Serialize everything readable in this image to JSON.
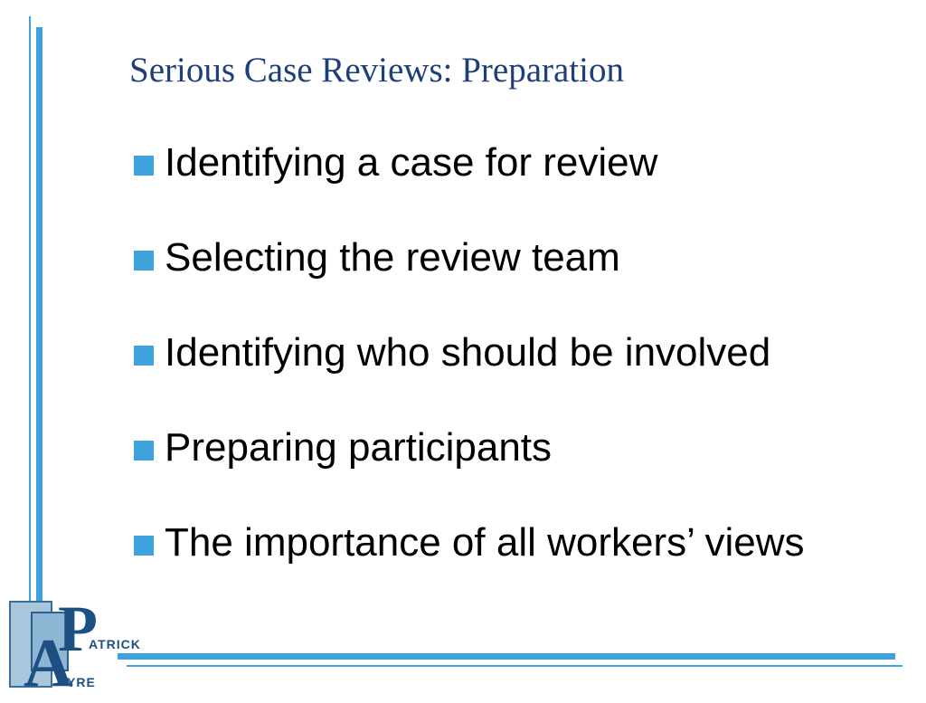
{
  "slide": {
    "title": "Serious Case Reviews: Preparation",
    "bullets": [
      "Identifying a case for review",
      "Selecting the review team",
      "Identifying who should be involved",
      "Preparing participants",
      "The importance of all workers’ views"
    ]
  },
  "logo": {
    "letter_top": "P",
    "word_top": "ATRICK",
    "letter_bottom": "A",
    "word_bottom": "YRE"
  },
  "colors": {
    "accent": "#3ea3dc",
    "title": "#1f3f79",
    "body_text": "#000000",
    "background": "#ffffff"
  }
}
